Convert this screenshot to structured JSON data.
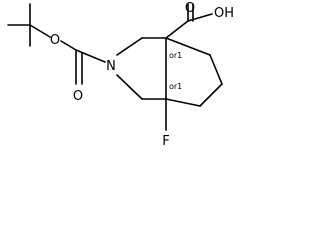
{
  "molecule": {
    "atoms": {
      "carbonyl_o_boc": "O",
      "ester_o_boc": "O",
      "ring_n": "N",
      "acid_oh": "OH",
      "acid_carbonyl_o": "O",
      "fluorine": "F"
    },
    "stereo_labels": {
      "upper_stereocenter": "or1",
      "lower_stereocenter": "or1"
    }
  }
}
